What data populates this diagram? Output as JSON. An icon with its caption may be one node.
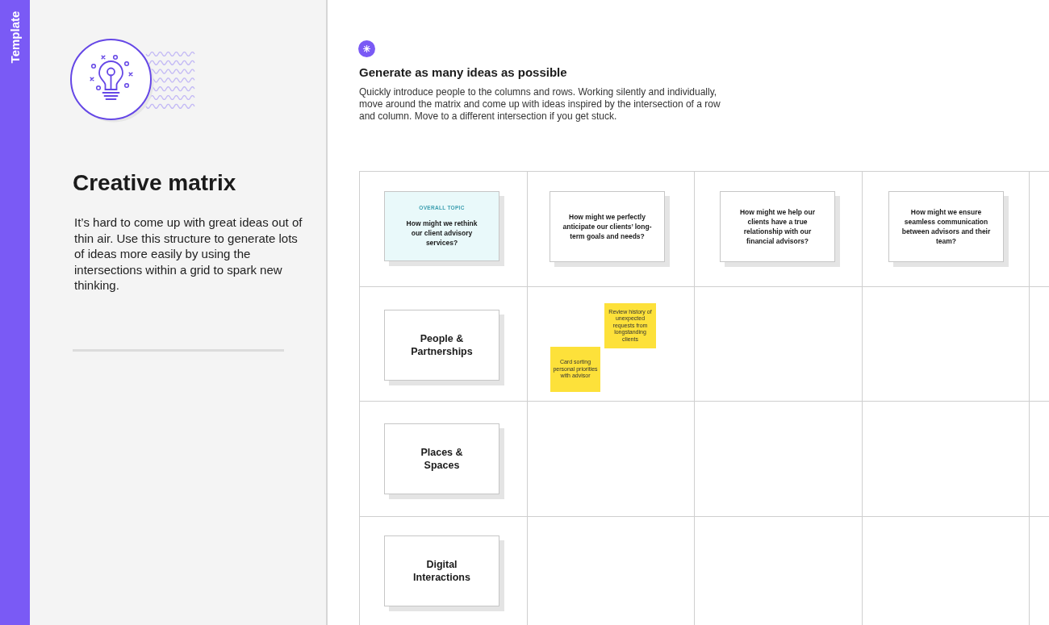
{
  "diagram": {
    "title": "Creative matrix",
    "nodes": [
      {
        "text": [
          "OVERALL TOPIC",
          "How might we rethink our client advisory services?"
        ]
      },
      {
        "text": [
          "How might we perfectly anticipate our clients’ long-term goals and needs?"
        ]
      },
      {
        "text": [
          "How might we help our clients have a true relationship with our financial advisors?"
        ]
      },
      {
        "text": [
          "How might we ensure seamless communication between advisors and their team?"
        ]
      },
      {
        "text": [
          "People & Partnerships"
        ]
      },
      {
        "text": [
          "Review history of unexpected requests from longstanding clients"
        ]
      },
      {
        "text": [
          "Card sorting personal priorities with advisor"
        ]
      },
      {
        "text": [
          "Places & Spaces"
        ]
      },
      {
        "text": [
          "Digital Interactions"
        ]
      }
    ],
    "labels": [
      "Template",
      "It’s hard to come up with great ideas out of thin air. Use this structure to generate lots of ideas more easily by using the intersections within a grid to spark new thinking.",
      "Generate as many ideas as possible",
      "Quickly introduce people to the columns and rows. Working silently and individually, move around the matrix and come up with ideas inspired by the intersection of a row and column. Move to a different intersection if you get stuck."
    ]
  }
}
